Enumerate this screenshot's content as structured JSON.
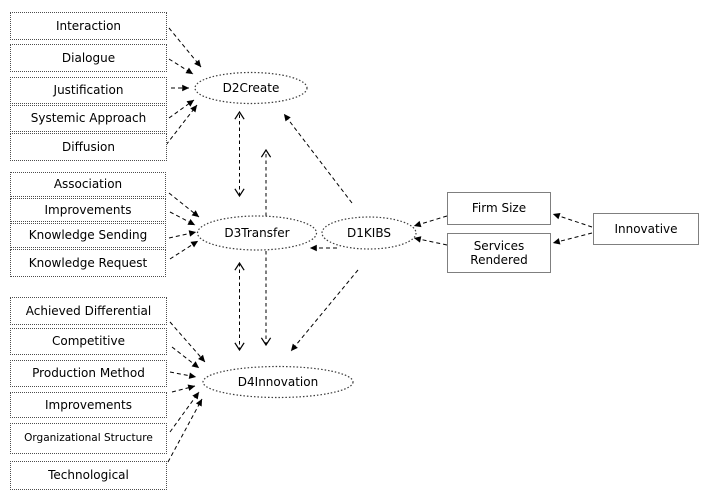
{
  "ellipses": {
    "kibs": "D1KIBS",
    "create": "D2Create",
    "transfer": "D3Transfer",
    "innovation": "D4Innovation"
  },
  "create_factors": [
    "Interaction",
    "Dialogue",
    "Justification",
    "Systemic Approach",
    "Diffusion"
  ],
  "transfer_factors": [
    "Association",
    "Improvements",
    "Knowledge Sending",
    "Knowledge Request"
  ],
  "innovation_factors": [
    "Achieved Differential",
    "Competitive",
    "Production Method",
    "Improvements",
    "Organizational Structure",
    "Technological"
  ],
  "side_boxes": {
    "firm_size": "Firm Size",
    "services_rendered": "Services Rendered",
    "innovative": "Innovative"
  },
  "colors": {
    "background": "#ffffff",
    "line": "#000000",
    "dotted_border": "#4d4d4d",
    "solid_border": "#7f7f7f",
    "text": "#000000"
  },
  "edges": [
    {
      "from": "Interaction",
      "to": "D2Create",
      "style": "dashed",
      "head": "filled"
    },
    {
      "from": "Dialogue",
      "to": "D2Create",
      "style": "dashed",
      "head": "filled"
    },
    {
      "from": "Justification",
      "to": "D2Create",
      "style": "dashed",
      "head": "filled"
    },
    {
      "from": "Systemic Approach",
      "to": "D2Create",
      "style": "dashed",
      "head": "filled"
    },
    {
      "from": "Diffusion",
      "to": "D2Create",
      "style": "dashed",
      "head": "filled"
    },
    {
      "from": "Association",
      "to": "D3Transfer",
      "style": "dashed",
      "head": "filled"
    },
    {
      "from": "Improvements",
      "to": "D3Transfer",
      "style": "dashed",
      "head": "filled"
    },
    {
      "from": "Knowledge Sending",
      "to": "D3Transfer",
      "style": "dashed",
      "head": "filled"
    },
    {
      "from": "Knowledge Request",
      "to": "D3Transfer",
      "style": "dashed",
      "head": "filled"
    },
    {
      "from": "Achieved Differential",
      "to": "D4Innovation",
      "style": "dashed",
      "head": "filled"
    },
    {
      "from": "Competitive",
      "to": "D4Innovation",
      "style": "dashed",
      "head": "filled"
    },
    {
      "from": "Production Method",
      "to": "D4Innovation",
      "style": "dashed",
      "head": "filled"
    },
    {
      "from": "Improvements",
      "to": "D4Innovation",
      "style": "dashed",
      "head": "filled"
    },
    {
      "from": "Organizational Structure",
      "to": "D4Innovation",
      "style": "dashed",
      "head": "filled"
    },
    {
      "from": "Technological",
      "to": "D4Innovation",
      "style": "dashed",
      "head": "filled"
    },
    {
      "from": "D1KIBS",
      "to": "D2Create",
      "style": "dashed",
      "head": "filled"
    },
    {
      "from": "D1KIBS",
      "to": "D3Transfer",
      "style": "dashed",
      "head": "filled"
    },
    {
      "from": "D1KIBS",
      "to": "D4Innovation",
      "style": "dashed",
      "head": "filled"
    },
    {
      "from": "Firm Size",
      "to": "D1KIBS",
      "style": "dashed",
      "head": "filled"
    },
    {
      "from": "Services Rendered",
      "to": "D1KIBS",
      "style": "dashed",
      "head": "filled"
    },
    {
      "from": "Innovative",
      "to": "Firm Size",
      "style": "dashed",
      "head": "filled"
    },
    {
      "from": "Innovative",
      "to": "Services Rendered",
      "style": "dashed",
      "head": "filled"
    },
    {
      "from": "D2Create",
      "to": "D3Transfer",
      "style": "dashed",
      "head": "chevron",
      "bidirectional": true
    },
    {
      "from": "D3Transfer",
      "to": "D2Create",
      "style": "dashed",
      "head": "chevron",
      "bidirectional": false
    },
    {
      "from": "D3Transfer",
      "to": "D4Innovation",
      "style": "dashed",
      "head": "chevron",
      "bidirectional": true
    },
    {
      "from": "D3Transfer",
      "to": "D4Innovation",
      "style": "dashed",
      "head": "chevron",
      "bidirectional": false
    }
  ]
}
